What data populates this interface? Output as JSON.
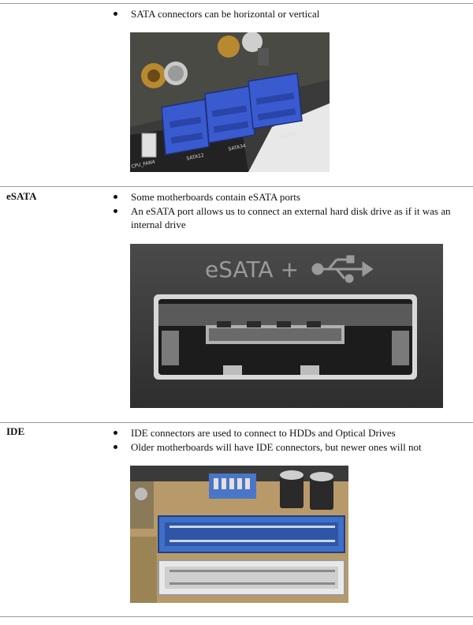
{
  "sections": [
    {
      "term": "",
      "bullets": [
        "SATA connectors can be horizontal or vertical"
      ],
      "image": {
        "name": "sata-connectors-photo",
        "labels": [
          "SATA12",
          "SATA34",
          "SATA56",
          "CPU_FAN4"
        ]
      }
    },
    {
      "term": "eSATA",
      "bullets": [
        "Some motherboards contain eSATA ports",
        "An eSATA port allows us to connect an external hard disk drive as if it was an internal drive"
      ],
      "image": {
        "name": "esata-port-photo",
        "labels": [
          "eSATA +"
        ]
      }
    },
    {
      "term": "IDE",
      "bullets": [
        "IDE connectors are used to connect to HDDs and Optical Drives",
        "Older motherboards will have IDE connectors, but newer ones will not"
      ],
      "image": {
        "name": "ide-connectors-photo",
        "labels": []
      }
    }
  ],
  "colors": {
    "rule": "#9a9a9a",
    "sata_blue": "#3a5bd0",
    "pcb_dark": "#2a2a2a",
    "esata_bg": "#3b3b3b",
    "ide_blue": "#3f6fc8",
    "ide_white": "#e8e8e8"
  }
}
